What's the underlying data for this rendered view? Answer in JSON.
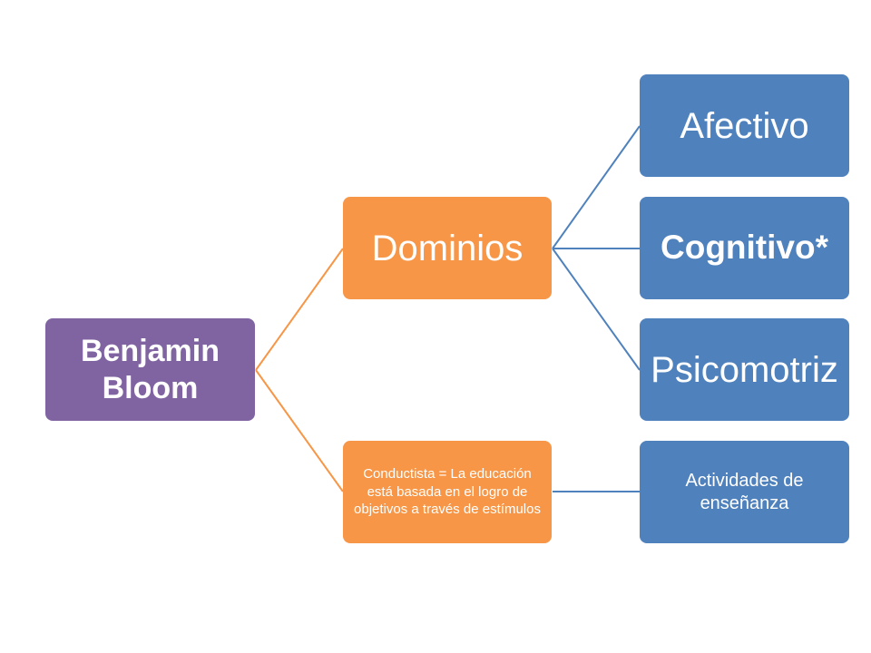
{
  "root": {
    "label": "Benjamin Bloom"
  },
  "level1": [
    {
      "label": "Dominios"
    },
    {
      "label": "Conductista = La educación está basada en el logro de objetivos a través de estímulos"
    }
  ],
  "level2": [
    {
      "label": "Afectivo"
    },
    {
      "label": "Cognitivo*"
    },
    {
      "label": "Psicomotriz"
    },
    {
      "label": "Actividades de enseñanza"
    }
  ],
  "colors": {
    "root": "#8064a2",
    "level1": "#f79646",
    "level2": "#4f81bd",
    "connector_orange": "#f79646",
    "connector_blue": "#4f81bd"
  }
}
